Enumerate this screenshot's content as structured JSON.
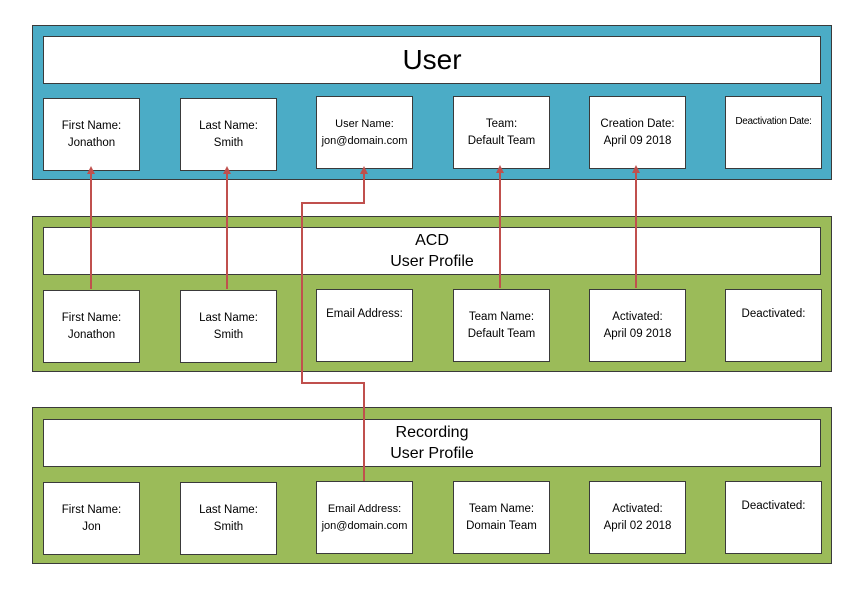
{
  "colors": {
    "user_panel": "#4bacc6",
    "profile_panel": "#9bbb59",
    "connector": "#c0504d",
    "border": "#3a3a3a"
  },
  "user": {
    "title": "User",
    "cards": [
      {
        "label": "First Name:",
        "value": "Jonathon"
      },
      {
        "label": "Last Name:",
        "value": "Smith"
      },
      {
        "label": "User Name:",
        "value": "jon@domain.com"
      },
      {
        "label": "Team:",
        "value": "Default Team"
      },
      {
        "label": "Creation Date:",
        "value": "April 09 2018"
      },
      {
        "label": "Deactivation Date:",
        "value": ""
      }
    ]
  },
  "acd": {
    "title": "ACD",
    "subtitle": "User Profile",
    "cards": [
      {
        "label": "First Name:",
        "value": "Jonathon"
      },
      {
        "label": "Last Name:",
        "value": "Smith"
      },
      {
        "label": "Email Address:",
        "value": ""
      },
      {
        "label": "Team Name:",
        "value": "Default Team"
      },
      {
        "label": "Activated:",
        "value": "April 09 2018"
      },
      {
        "label": "Deactivated:",
        "value": ""
      }
    ]
  },
  "recording": {
    "title": "Recording",
    "subtitle": "User Profile",
    "cards": [
      {
        "label": "First Name:",
        "value": "Jon"
      },
      {
        "label": "Last Name:",
        "value": "Smith"
      },
      {
        "label": "Email Address:",
        "value": "jon@domain.com"
      },
      {
        "label": "Team Name:",
        "value": "Domain Team"
      },
      {
        "label": "Activated:",
        "value": "April 02 2018"
      },
      {
        "label": "Deactivated:",
        "value": ""
      }
    ]
  }
}
